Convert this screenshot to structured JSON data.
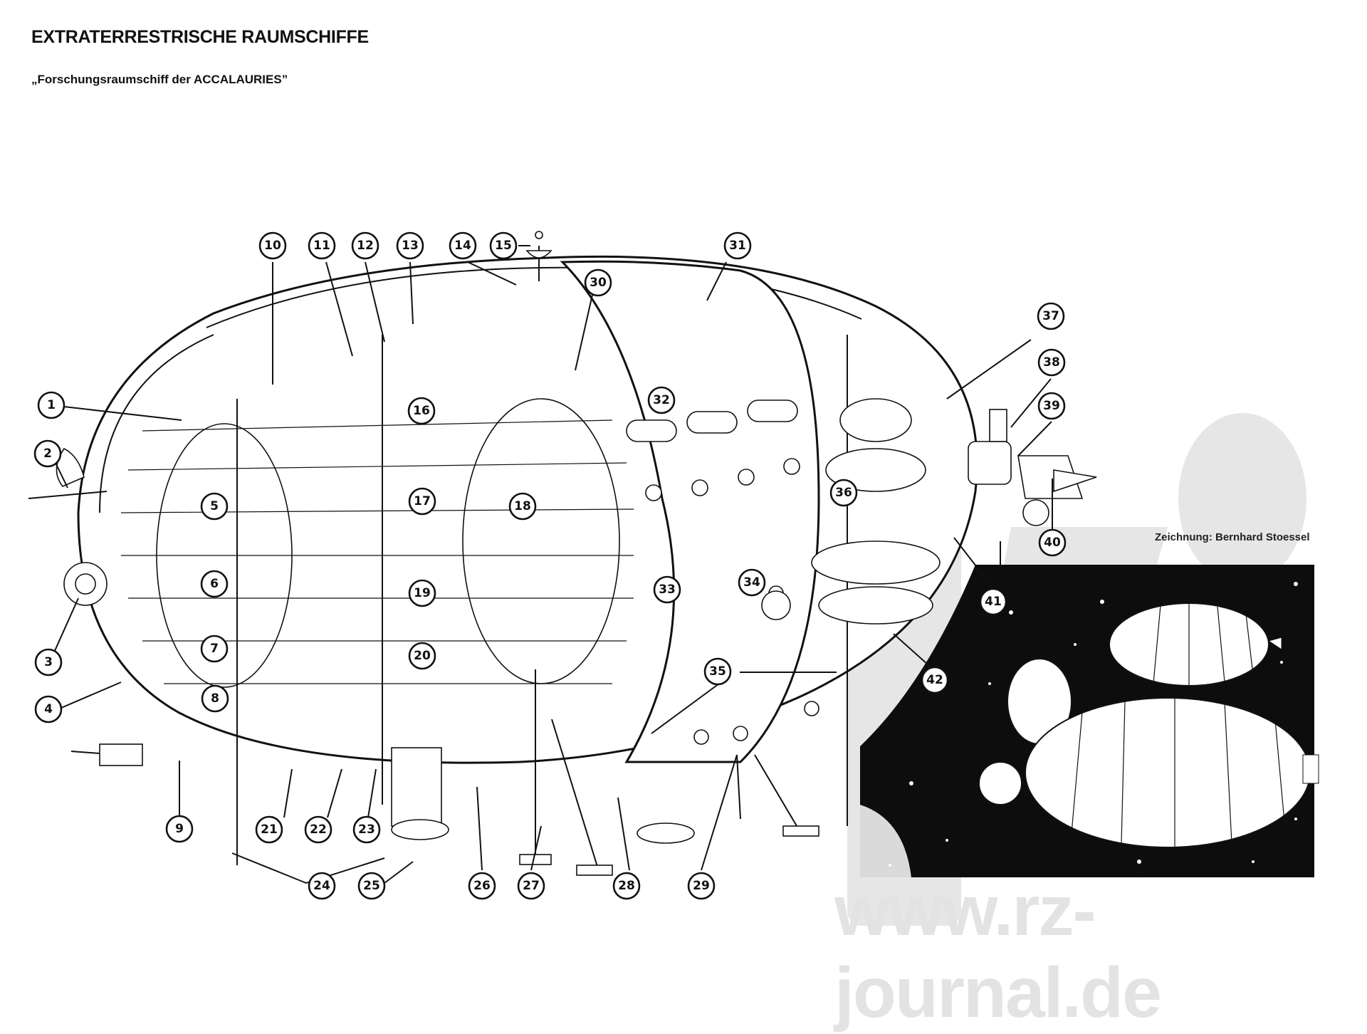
{
  "header": {
    "title": "EXTRATERRESTRISCHE RAUMSCHIFFE",
    "subtitle": "„Forschungsraumschiff der ACCALAURIES”"
  },
  "credit": "Zeichnung: Bernhard Stoessel",
  "watermark": {
    "text": "www.rz-journal.de",
    "color": "#e3e3e3"
  },
  "callouts": [
    {
      "n": "1"
    },
    {
      "n": "2"
    },
    {
      "n": "3"
    },
    {
      "n": "4"
    },
    {
      "n": "5"
    },
    {
      "n": "6"
    },
    {
      "n": "7"
    },
    {
      "n": "8"
    },
    {
      "n": "9"
    },
    {
      "n": "10"
    },
    {
      "n": "11"
    },
    {
      "n": "12"
    },
    {
      "n": "13"
    },
    {
      "n": "14"
    },
    {
      "n": "15"
    },
    {
      "n": "16"
    },
    {
      "n": "17"
    },
    {
      "n": "18"
    },
    {
      "n": "19"
    },
    {
      "n": "20"
    },
    {
      "n": "21"
    },
    {
      "n": "22"
    },
    {
      "n": "23"
    },
    {
      "n": "24"
    },
    {
      "n": "25"
    },
    {
      "n": "26"
    },
    {
      "n": "27"
    },
    {
      "n": "28"
    },
    {
      "n": "29"
    },
    {
      "n": "30"
    },
    {
      "n": "31"
    },
    {
      "n": "32"
    },
    {
      "n": "33"
    },
    {
      "n": "34"
    },
    {
      "n": "35"
    },
    {
      "n": "36"
    },
    {
      "n": "37"
    },
    {
      "n": "38"
    },
    {
      "n": "39"
    },
    {
      "n": "40"
    },
    {
      "n": "41"
    },
    {
      "n": "42"
    }
  ],
  "colors": {
    "ink": "#111111",
    "paper": "#ffffff",
    "watermark": "#e3e3e3"
  }
}
